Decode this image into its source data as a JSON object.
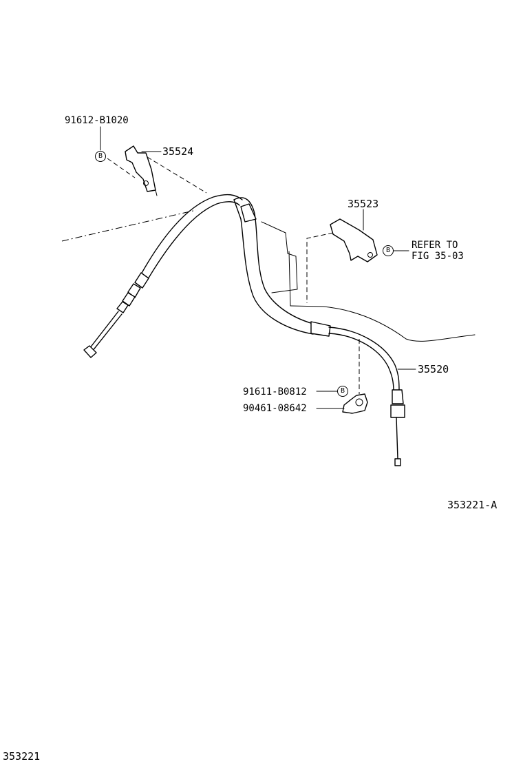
{
  "labels": {
    "bolt_top": "91612-B1020",
    "bracket_top": "35524",
    "bracket_right": "35523",
    "refer_line1": "REFER TO",
    "refer_line2": "FIG 35-03",
    "cable": "35520",
    "bolt_bottom": "91611-B0812",
    "clamp_bottom": "90461-08642",
    "figure_id": "353221-A",
    "page_id": "353221"
  },
  "symbols": {
    "bolt_marker": "B"
  },
  "icons": {
    "bolt_marker": "circle-b-icon"
  }
}
